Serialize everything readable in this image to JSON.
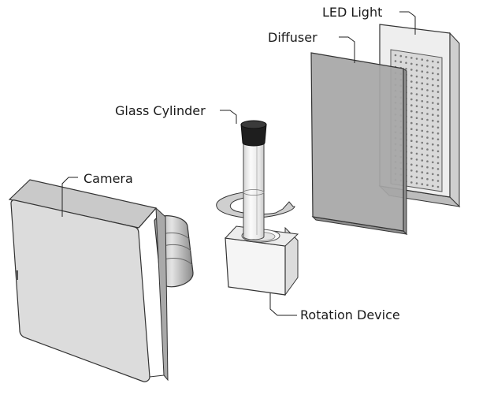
{
  "labels": {
    "led_light": "LED Light",
    "diffuser": "Diffuser",
    "glass_cylinder": "Glass Cylinder",
    "camera": "Camera",
    "rotation_device": "Rotation Device"
  },
  "colors": {
    "camera_front": "#dcdcdc",
    "camera_side": "#a9a9a9",
    "lens": "#bdbdbd",
    "led_frame": "#eeeeee",
    "led_panel": "#d9d9d9",
    "led_dot": "#7a7a7a",
    "diffuser": "#a6a6a6",
    "block": "#f2f2f2",
    "cap": "#1e1e1e",
    "outline": "#333333"
  }
}
